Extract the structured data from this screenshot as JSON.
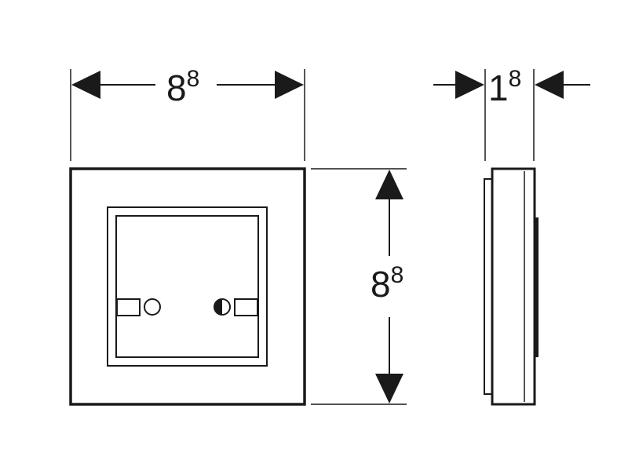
{
  "dimensions": {
    "width": {
      "value": "8",
      "sup": "8"
    },
    "height": {
      "value": "8",
      "sup": "8"
    },
    "depth": {
      "value": "1",
      "sup": "8"
    }
  },
  "colors": {
    "line": "#1a1a1a",
    "background": "#ffffff"
  },
  "icons": {
    "left_button": "circle-outline-icon",
    "right_button": "half-filled-circle-icon"
  }
}
